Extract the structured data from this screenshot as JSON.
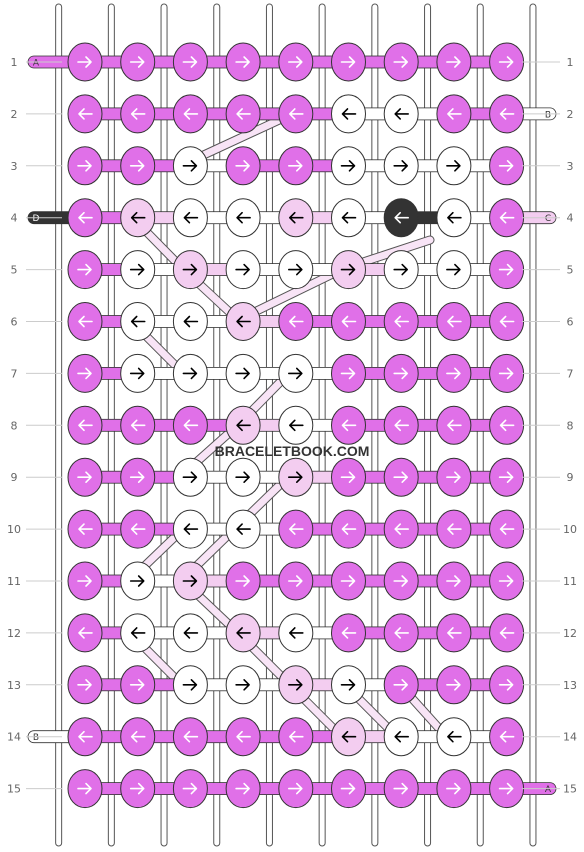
{
  "watermark": "BRACELETBOOK.COM",
  "row_numbers": [
    "1",
    "2",
    "3",
    "4",
    "5",
    "6",
    "7",
    "8",
    "9",
    "10",
    "11",
    "12",
    "13",
    "14",
    "15"
  ],
  "colors": {
    "A": "#e070e8",
    "B": "#ffffff",
    "C": "#f3cdf0",
    "D": "#333333"
  },
  "start_labels": [
    {
      "text": "A",
      "color": "A"
    },
    {
      "text": "B",
      "color": "B"
    },
    {
      "text": "C",
      "color": "C"
    },
    {
      "text": "D",
      "color": "D"
    }
  ],
  "end_labels": [
    {
      "text": "B",
      "color": "B"
    },
    {
      "text": "C",
      "color": "C"
    },
    {
      "text": "A",
      "color": "A"
    }
  ],
  "knots": [
    [
      "A>",
      "A>",
      "A>",
      "A>",
      "A>",
      "A>",
      "A>",
      "A>",
      "A>"
    ],
    [
      "A<",
      "A<",
      "A<",
      "A<",
      "A<",
      "B<",
      "B<",
      "A<",
      "A<"
    ],
    [
      "A>",
      "A>",
      "B>",
      "A>",
      "A>",
      "B>",
      "B>",
      "B>",
      "A>"
    ],
    [
      "A<",
      "C<",
      "B<",
      "B<",
      "C<",
      "B<",
      "D<",
      "B<",
      "A<"
    ],
    [
      "A>",
      "B>",
      "C>",
      "B>",
      "B>",
      "C>",
      "B>",
      "B>",
      "A>"
    ],
    [
      "A<",
      "B<",
      "B<",
      "C<",
      "A<",
      "A<",
      "A<",
      "A<",
      "A<"
    ],
    [
      "A>",
      "B>",
      "B>",
      "B>",
      "B>",
      "A>",
      "A>",
      "A>",
      "A>"
    ],
    [
      "A<",
      "A<",
      "A<",
      "C<",
      "B<",
      "A<",
      "A<",
      "A<",
      "A<"
    ],
    [
      "A>",
      "A>",
      "B>",
      "B>",
      "C>",
      "A>",
      "A>",
      "A>",
      "A>"
    ],
    [
      "A<",
      "A<",
      "B<",
      "B<",
      "A<",
      "A<",
      "A<",
      "A<",
      "A<"
    ],
    [
      "A>",
      "B>",
      "C>",
      "A>",
      "A>",
      "A>",
      "A>",
      "A>",
      "A>"
    ],
    [
      "A<",
      "B<",
      "B<",
      "C<",
      "B<",
      "A<",
      "A<",
      "A<",
      "A<"
    ],
    [
      "A>",
      "A>",
      "B>",
      "B>",
      "C>",
      "B>",
      "A>",
      "A>",
      "A>"
    ],
    [
      "A<",
      "A<",
      "A<",
      "A<",
      "A<",
      "C<",
      "B<",
      "B<",
      "A<"
    ],
    [
      "A>",
      "A>",
      "A>",
      "A>",
      "A>",
      "A>",
      "A>",
      "A>",
      "A>"
    ]
  ]
}
